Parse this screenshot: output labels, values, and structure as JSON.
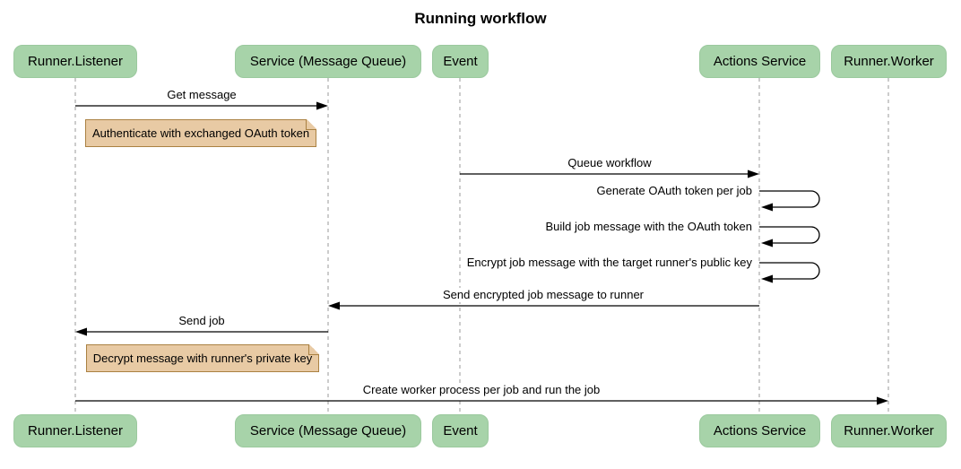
{
  "title": "Running workflow",
  "diagram_type": "sequence-diagram",
  "participants": [
    {
      "id": "runner-listener",
      "label": "Runner.Listener"
    },
    {
      "id": "service-message-queue",
      "label": "Service (Message Queue)"
    },
    {
      "id": "event",
      "label": "Event"
    },
    {
      "id": "actions-service",
      "label": "Actions Service"
    },
    {
      "id": "runner-worker",
      "label": "Runner.Worker"
    }
  ],
  "messages": [
    {
      "from": "Runner.Listener",
      "to": "Service (Message Queue)",
      "label": "Get message",
      "type": "solid-arrow"
    },
    {
      "from": "Event",
      "to": "Actions Service",
      "label": "Queue workflow",
      "type": "solid-arrow"
    },
    {
      "from": "Actions Service",
      "to": "Actions Service",
      "label": "Generate OAuth token per job",
      "type": "self-loop"
    },
    {
      "from": "Actions Service",
      "to": "Actions Service",
      "label": "Build job message with the OAuth token",
      "type": "self-loop"
    },
    {
      "from": "Actions Service",
      "to": "Actions Service",
      "label": "Encrypt job message with the target runner's public key",
      "type": "self-loop"
    },
    {
      "from": "Actions Service",
      "to": "Service (Message Queue)",
      "label": "Send encrypted job message to runner",
      "type": "solid-arrow"
    },
    {
      "from": "Service (Message Queue)",
      "to": "Runner.Listener",
      "label": "Send job",
      "type": "solid-arrow"
    },
    {
      "from": "Runner.Listener",
      "to": "Runner.Worker",
      "label": "Create worker process per job and run the job",
      "type": "solid-arrow"
    }
  ],
  "notes": [
    {
      "label": "Authenticate with exchanged OAuth token",
      "position": "right of Runner.Listener"
    },
    {
      "label": "Decrypt message with runner's private key",
      "position": "right of Runner.Listener"
    }
  ],
  "colors": {
    "participant_fill": "#A7D3A9",
    "participant_border": "#9BC99E",
    "note_fill": "#E8CAA4",
    "note_border": "#AA8142",
    "lifeline": "#999999",
    "arrow": "#000000",
    "text": "#000000",
    "background": "#FFFFFF"
  }
}
